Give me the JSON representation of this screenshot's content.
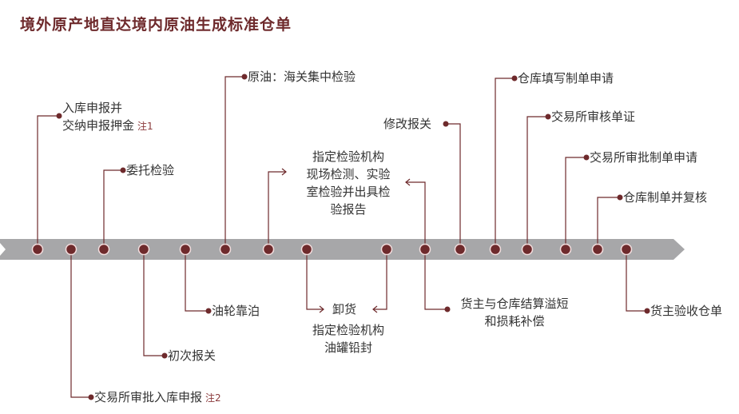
{
  "title": "境外原产地直达境内原油生成标准仓单",
  "colors": {
    "accent": "#6e2a2c",
    "bar": "#a7a7a9",
    "line": "#6e2a2c"
  },
  "steps_above": {
    "s1": {
      "label_line1": "入库申报并",
      "label_line2": "交纳申报押金",
      "note": "注1"
    },
    "s3": {
      "label": "委托检验"
    },
    "s6": {
      "label": "原油：海关集中检验"
    },
    "inspect": {
      "lines": [
        "指定检验机构",
        "现场检测、实验",
        "室检验并出具检",
        "验报告"
      ]
    },
    "s11": {
      "label": "修改报关"
    },
    "s12": {
      "label": "仓库填写制单申请"
    },
    "s13": {
      "label": "交易所审核单证"
    },
    "s14": {
      "label": "交易所审批制单申请"
    },
    "s15": {
      "label": "仓库制单并复核"
    }
  },
  "steps_below": {
    "s2": {
      "label": "交易所审批入库申报",
      "note": "注2"
    },
    "s4": {
      "label": "初次报关"
    },
    "s5": {
      "label": "油轮靠泊"
    },
    "unload": {
      "label": "卸货",
      "lines": [
        "指定检验机构",
        "油罐铅封"
      ]
    },
    "s10": {
      "lines": [
        "货主与仓库结算溢短",
        "和损耗补偿"
      ]
    },
    "s16": {
      "label": "货主验收仓单"
    }
  }
}
